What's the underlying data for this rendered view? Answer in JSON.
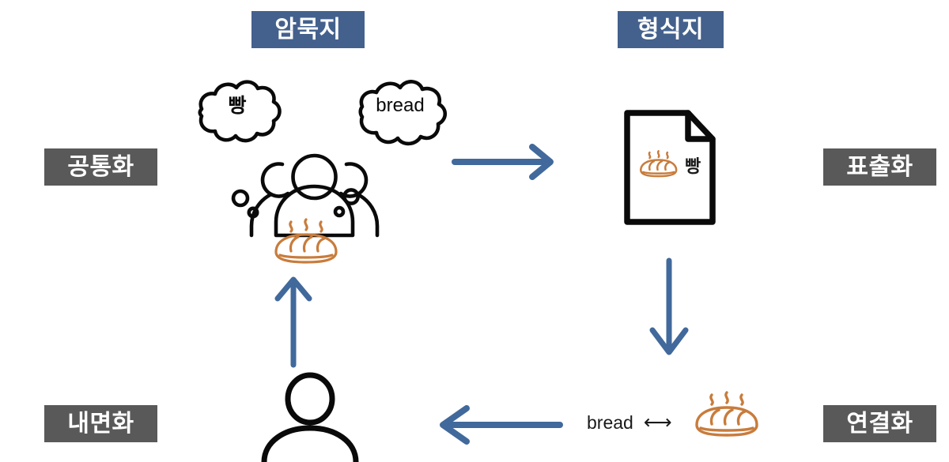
{
  "diagram": {
    "title_model": "SECI knowledge conversion diagram",
    "colors": {
      "blue_chip": "#44618D",
      "gray_chip": "#595959",
      "arrow_blue": "#41699B",
      "bread_orange": "#C87C3C",
      "outline_black": "#0A0A0A",
      "background": "#FFFFFF"
    },
    "top_labels": [
      {
        "id": "tacit-knowledge",
        "text": "암묵지",
        "style": "blue"
      },
      {
        "id": "explicit-knowledge",
        "text": "형식지",
        "style": "blue"
      }
    ],
    "side_labels": [
      {
        "id": "socialization",
        "text": "공통화",
        "style": "gray"
      },
      {
        "id": "externalization",
        "text": "표출화",
        "style": "gray"
      },
      {
        "id": "internalization",
        "text": "내면화",
        "style": "gray"
      },
      {
        "id": "combination",
        "text": "연결화",
        "style": "gray"
      }
    ],
    "quadrants": {
      "socialization": {
        "icon": "group-of-people-icon",
        "thought_bubbles": [
          {
            "id": "bubble-korean",
            "text": "빵"
          },
          {
            "id": "bubble-english",
            "text": "bread"
          }
        ],
        "bread_icon": "bread-loaf-icon"
      },
      "externalization": {
        "icon": "document-icon",
        "document_contents": {
          "bread_icon": "bread-loaf-icon",
          "text": "빵"
        }
      },
      "combination": {
        "text": "bread",
        "relation_glyph": "⟷",
        "bread_icon": "bread-loaf-icon"
      },
      "internalization": {
        "icon": "single-person-icon"
      }
    },
    "arrows": [
      {
        "id": "arrow-socialization-to-externalization",
        "direction": "right"
      },
      {
        "id": "arrow-externalization-to-combination",
        "direction": "down"
      },
      {
        "id": "arrow-combination-to-internalization",
        "direction": "left"
      },
      {
        "id": "arrow-internalization-to-socialization",
        "direction": "up"
      }
    ]
  }
}
